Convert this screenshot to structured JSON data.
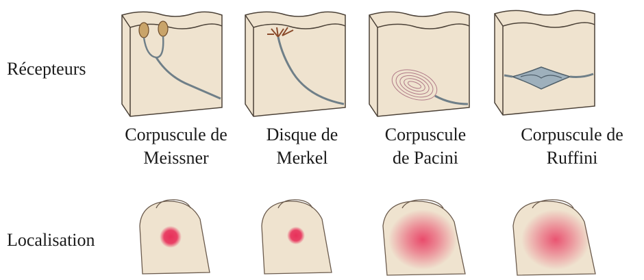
{
  "rows": {
    "receptors_label": "Récepteurs",
    "localisation_label": "Localisation"
  },
  "receptors": [
    {
      "name_line1": "Corpuscule de",
      "name_line2": "Meissner",
      "icon": "meissner-corpuscle"
    },
    {
      "name_line1": "Disque de",
      "name_line2": "Merkel",
      "icon": "merkel-disc"
    },
    {
      "name_line1": "Corpuscule",
      "name_line2": "de Pacini",
      "icon": "pacinian-corpuscle"
    },
    {
      "name_line1": "Corpuscule de",
      "name_line2": "Ruffini",
      "icon": "ruffini-corpuscle"
    }
  ],
  "colors": {
    "skin_top": "#efe3cf",
    "skin_side": "#e6d6bc",
    "outline": "#4a4036",
    "nerve": "#6f7f88",
    "sensitive_area": "#e8305a"
  }
}
